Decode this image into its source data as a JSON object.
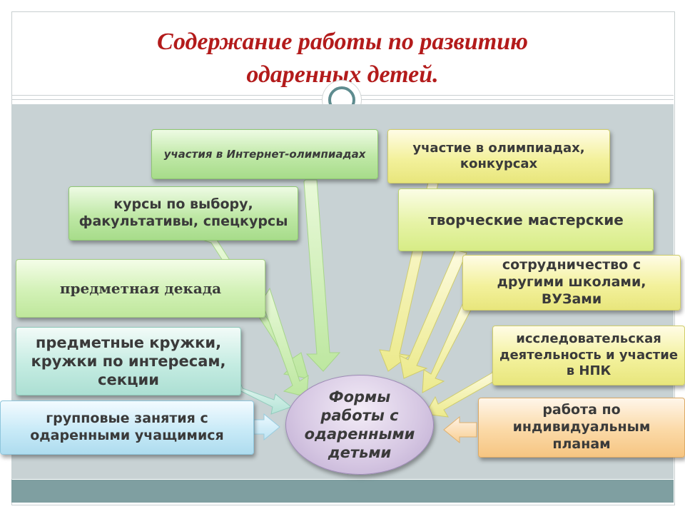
{
  "slide": {
    "title_line1": "Содержание  работы по развитию",
    "title_line2": "одаренных детей.",
    "title_color": "#b31b1b"
  },
  "diagram": {
    "center": "Формы работы с одаренными детьми",
    "left_nodes": [
      "участия в Интернет-олимпиадах",
      "курсы по выбору, факультативы, спецкурсы",
      "предметная декада",
      "предметные кружки, кружки по интересам, секции",
      "групповые занятия с одаренными учащимися"
    ],
    "right_nodes": [
      "участие в олимпиадах, конкурсах",
      "творческие мастерские",
      "сотрудничество с другими школами, ВУЗами",
      "исследовательская деятельность и участие в НПК",
      "работа по индивидуальным планам"
    ]
  }
}
